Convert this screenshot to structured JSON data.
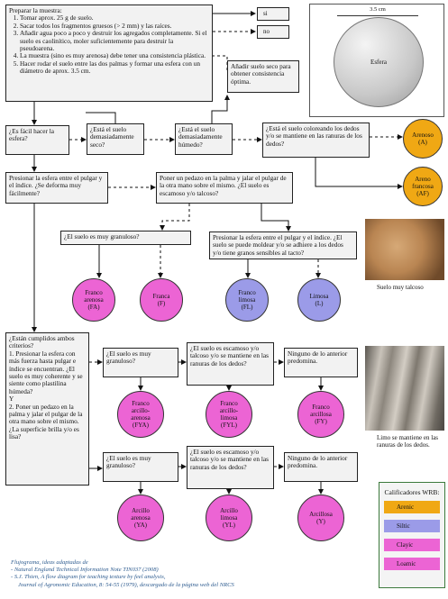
{
  "prep_box": {
    "title": "Preparar la muestra:",
    "steps": [
      "Tomar aprox. 25 g de suelo.",
      "Sacar todos los fragmentos gruesos (> 2 mm) y las raíces.",
      "Añadir agua poco a poco y destruir los agregados completamente. Si el suelo es caolinítico, moler suficientemente para destruir la pseudoarena.",
      "La muestra (sino es muy arenosa) debe tener una consistencia plástica.",
      "Hacer rodar el suelo entre las dos palmas y formar una esfera con un diámetro de aprox. 3.5 cm."
    ]
  },
  "legend_yes_no": {
    "si": "si",
    "no": "no"
  },
  "sphere": {
    "label": "Esfera",
    "diameter_label": "3.5 cm"
  },
  "boxes": {
    "q_sphere_easy": "¿Es fácil hacer la esfera?",
    "q_too_dry": "¿Está el suelo demasiadamente seco?",
    "q_too_wet": "¿Está el suelo demasiadamente húmedo?",
    "add_water": "Añadir suelo seco para obtener consistencia óptima.",
    "q_colors_fingers": "¿Está el suelo coloreando los dedos y/o se mantiene en las ranuras de los dedos?",
    "press_sphere": "Presionar la esfera entre el pulgar y el índice. ¿Se deforma muy fácilmente?",
    "put_piece": "Poner un pedazo en la palma y jalar el pulgar de la otra mano sobre el mismo. ¿El suelo es escamoso y/o talcoso?",
    "q_very_grainy": "¿El suelo es muy granuloso?",
    "press_sphere_2": "Presionar la esfera entre el pulgar y el índice. ¿El suelo se puede moldear y/o se adhiere a los dedos y/o tiene granos sensibles al tacto?",
    "criteria": "¿Están cumplidos ambos criterios?\n1. Presionar la esfera con más fuerza hasta pulgar e índice se encuentran. ¿El suelo es muy coherente y se siente como plastilina húmeda?\nY\n2. Poner un pedazo en la palma y jalar el pulgar de la otra mano sobre el mismo. ¿La superficie brilla y/o es lisa?",
    "q_grainy_a": "¿El suelo es muy granuloso?",
    "q_flaky_a": "¿El suelo es escamoso y/o talcoso y/o se mantiene en las ranuras de los dedos?",
    "none_a": "Ninguno de lo anterior predomina.",
    "q_grainy_b": "¿El suelo es muy granuloso?",
    "q_flaky_b": "¿El suelo es escamoso y/o talcoso y/o se mantiene en las ranuras de los dedos?",
    "none_b": "Ninguno de lo anterior predomina."
  },
  "results": {
    "A": "Arenoso\n(A)",
    "AF": "Areno\nfrancosa\n(AF)",
    "FA": "Franco\narenosa\n(FA)",
    "F": "Franca\n(F)",
    "FL": "Franco\nlimosa\n(FL)",
    "L": "Limosa\n(L)",
    "FYA": "Franco\narcillo-\narenosa\n(FYA)",
    "FYL": "Franco\narcillo-\nlimosa\n(FYL)",
    "FY": "Franco\narcillosa\n(FY)",
    "YA": "Arcillo\narenosa\n(YA)",
    "YL": "Arcillo\nlimosa\n(YL)",
    "Y": "Arcillosa\n(Y)"
  },
  "photos": {
    "talc_caption": "Suelo muy talcoso",
    "silt_caption": "Limo se mantiene en las ranuras de los dedos."
  },
  "legend": {
    "title": "Calificadores WRB:",
    "items": [
      "Arenic",
      "Siltic",
      "Clayic",
      "Loamic"
    ],
    "colors": {
      "Arenic": "#f0a814",
      "Siltic": "#9b9be8",
      "Clayic": "#ec64d4",
      "Loamic": "#ec64d4"
    }
  },
  "footer": {
    "line1": "Flujograma, ideas adaptadas de",
    "line2": "- Natural England Technical Information Note TIN037 (2008)",
    "line3": "- S.J. Thien, A flow diagram for teaching texture by feel analysis,",
    "line4": "Journal of Agronomic Education, 8: 54-55 (1979), descargado de la página web del NRCS"
  }
}
